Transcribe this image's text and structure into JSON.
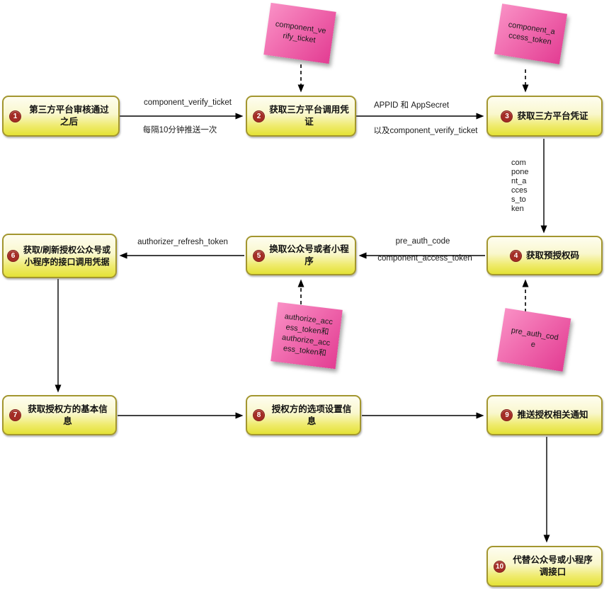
{
  "colors": {
    "background": "#FFFFFF",
    "node_border": "#A3962F",
    "node_fill_top": "#FEFDF0",
    "node_fill_bottom": "#E4E236",
    "badge_bg": "#A32C25",
    "badge_text": "#FFFFFF",
    "note_pink_light": "#F990C5",
    "note_pink_dark": "#E33D93",
    "arrow": "#000000",
    "label_text": "#1A1A1A"
  },
  "nodes": [
    {
      "number": "1",
      "label": "第三方平台审核通过之后"
    },
    {
      "number": "2",
      "label": "获取三方平台调用凭证"
    },
    {
      "number": "3",
      "label": "获取三方平台凭证"
    },
    {
      "number": "4",
      "label": "获取预授权码"
    },
    {
      "number": "5",
      "label": "换取公众号或者小程序"
    },
    {
      "number": "6",
      "label": "获取/刷新授权公众号或小程序的接口调用凭据"
    },
    {
      "number": "7",
      "label": "获取授权方的基本信息"
    },
    {
      "number": "8",
      "label": "授权方的选项设置信息"
    },
    {
      "number": "9",
      "label": "推送授权相关通知"
    },
    {
      "number": "10",
      "label": "代替公众号或小程序调接口"
    }
  ],
  "notes": {
    "verify_ticket": "component_ve\nrify_ticket",
    "access_token": "component_a\nccess_token",
    "authorize_tokens": "authorize_acc\ness_token和\nauthorize_acc\ness_token和",
    "pre_auth_code": "pre_auth_cod\ne"
  },
  "edge_labels": {
    "component_verify_ticket": "component_verify_ticket",
    "push_interval": "每隔10分钟推送一次",
    "appid_appsecret": "APPID 和 AppSecret",
    "and_component_verify_ticket": "以及component_verify_ticket",
    "component_access_token_vertical": "com\npone\nnt_a\ncces\ns_to\nken",
    "authorizer_refresh_token": "authorizer_refresh_token",
    "pre_auth_code": "pre_auth_code",
    "component_access_token": "component_access_token"
  }
}
